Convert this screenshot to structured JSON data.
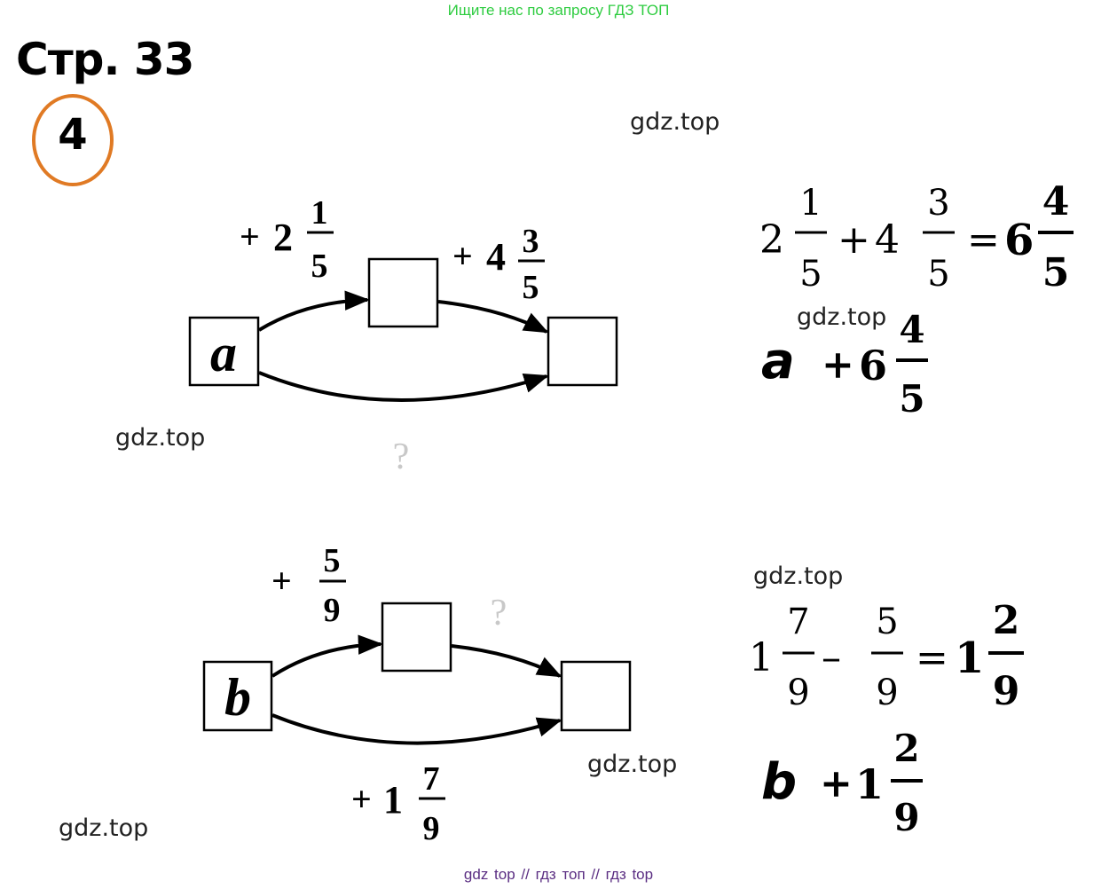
{
  "banner": "Ищите нас по запросу ГДЗ ТОП",
  "page_title": "Стр. 33",
  "task_number": "4",
  "watermark": "gdz.top",
  "footer": "gdz top  //  гдз топ  //  гдз top",
  "accent_color": "#e07a24",
  "diagram_a": {
    "start_var": "a",
    "step1": {
      "sign": "+",
      "whole": "2",
      "num": "1",
      "den": "5"
    },
    "step2": {
      "sign": "+",
      "whole": "4",
      "num": "3",
      "den": "5"
    },
    "question": "?"
  },
  "diagram_b": {
    "start_var": "b",
    "step1": {
      "sign": "+",
      "num": "5",
      "den": "9"
    },
    "question": "?",
    "bottom": {
      "sign": "+",
      "whole": "1",
      "num": "7",
      "den": "9"
    }
  },
  "solution_a": {
    "w1": "2",
    "n1": "1",
    "d1": "5",
    "op": "+",
    "w2": "4",
    "n2": "3",
    "d2": "5",
    "eq": "=",
    "rw": "6",
    "rn": "4",
    "rd": "5",
    "var": "a",
    "plus": "+",
    "aw": "6",
    "an": "4",
    "ad": "5"
  },
  "solution_b": {
    "w1": "1",
    "n1": "7",
    "d1": "9",
    "op": "–",
    "n2": "5",
    "d2": "9",
    "eq": "=",
    "rw": "1",
    "rn": "2",
    "rd": "9",
    "var": "b",
    "plus": "+",
    "bw": "1",
    "bn": "2",
    "bd": "9"
  }
}
